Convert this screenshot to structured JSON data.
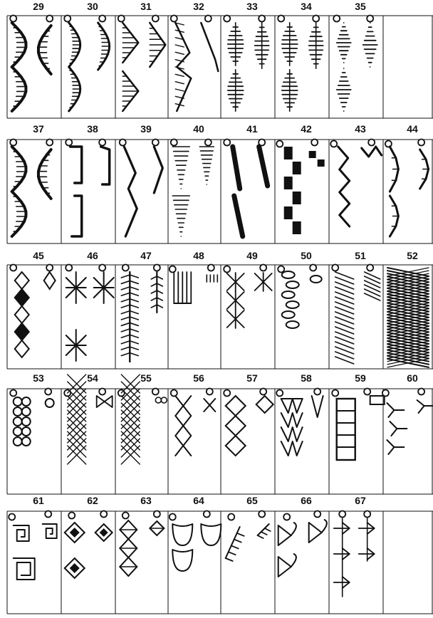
{
  "title": "",
  "rows": [
    {
      "numbers": [
        "29",
        "30",
        "31",
        "32",
        "33",
        "34",
        "35",
        ""
      ],
      "shapes": [
        "scallop",
        "scallop-fan",
        "triangle-fan",
        "zigzag-fan",
        "oval-fan",
        "oval-fan",
        "diamond-fan",
        "empty"
      ]
    },
    {
      "numbers": [
        "37",
        "38",
        "39",
        "40",
        "41",
        "42",
        "43",
        "44"
      ],
      "shapes": [
        "scallop",
        "bracket",
        "pointed-scallop",
        "wedge",
        "slant-bar",
        "square-steps",
        "zigzag-steps",
        "thin-arc"
      ]
    },
    {
      "numbers": [
        "45",
        "46",
        "47",
        "48",
        "49",
        "50",
        "51",
        "52"
      ],
      "shapes": [
        "diamond-chain",
        "cross-motif",
        "feather",
        "comb",
        "star-lattice",
        "rope",
        "twist-ribbon",
        "dense-twist"
      ]
    },
    {
      "numbers": [
        "53",
        "54",
        "55",
        "56",
        "57",
        "58",
        "59",
        "60"
      ],
      "shapes": [
        "circle-chain",
        "lattice-bow",
        "lattice",
        "x-chain",
        "diamond-outline",
        "w-zigzag",
        "ladder",
        "y-chain"
      ]
    },
    {
      "numbers": [
        "61",
        "62",
        "63",
        "64",
        "65",
        "66",
        "67",
        ""
      ],
      "shapes": [
        "greek-key",
        "nested-diamond",
        "diamond-cross",
        "petal",
        "branch",
        "bow",
        "arrow",
        "empty"
      ]
    }
  ],
  "colors": {
    "ink": "#111111",
    "background": "#ffffff"
  }
}
